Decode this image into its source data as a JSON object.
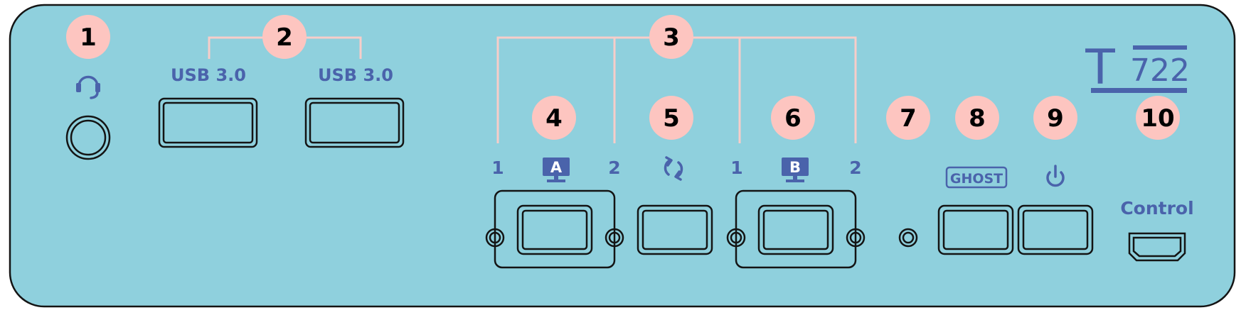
{
  "colors": {
    "panel": "#8fd0dd",
    "outline": "#141414",
    "callout": "#fdc5c0",
    "callout_line": "#f7cdc9",
    "label_blue": "#4a63ab"
  },
  "logo": {
    "letter": "T",
    "model": "722"
  },
  "usb": {
    "label_left": "USB 3.0",
    "label_right": "USB 3.0"
  },
  "ports": {
    "a_channel_1": "1",
    "a_channel_2": "2",
    "a_icon_letter": "A",
    "b_channel_1": "1",
    "b_channel_2": "2",
    "b_icon_letter": "B",
    "ghost_label": "GHOST",
    "control_label": "Control"
  },
  "icons": {
    "headphones": "headphones-icon",
    "monitor_a": "monitor-a-icon",
    "monitor_b": "monitor-b-icon",
    "swap": "swap-cycle-icon",
    "power": "power-icon"
  },
  "callouts": [
    "1",
    "2",
    "3",
    "4",
    "5",
    "6",
    "7",
    "8",
    "9",
    "10"
  ]
}
